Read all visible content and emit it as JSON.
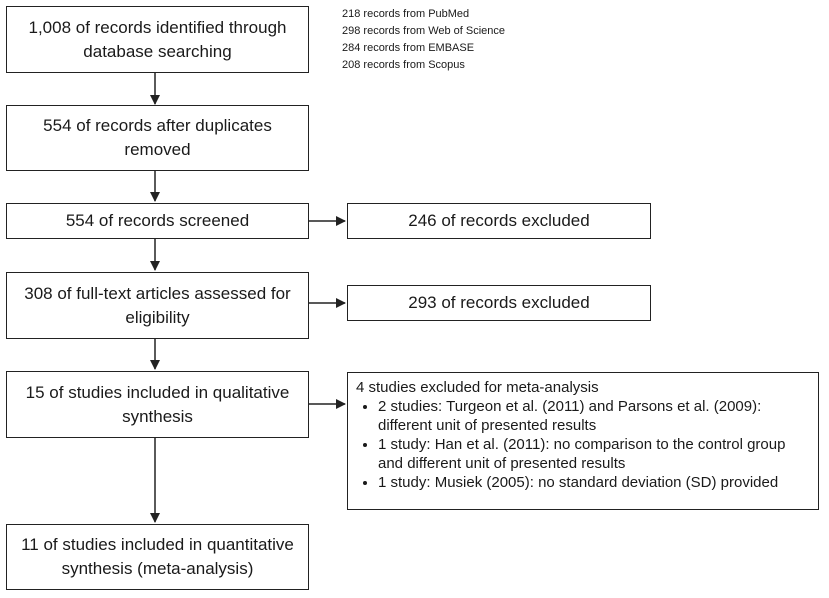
{
  "boxes": {
    "identified": [
      "1,008 of records identified through",
      "database searching"
    ],
    "after_duplicates": [
      "554 of records after duplicates",
      "removed"
    ],
    "screened": [
      "554 of records screened"
    ],
    "fulltext": [
      "308 of full-text articles assessed for",
      "eligibility"
    ],
    "qualitative": [
      "15 of studies included in qualitative",
      "synthesis"
    ],
    "quantitative": [
      "11 of studies included in quantitative",
      "synthesis (meta-analysis)"
    ]
  },
  "sources": [
    "218 records from PubMed",
    "298 records from Web of Science",
    "284 records from EMBASE",
    "208 records from Scopus"
  ],
  "excluded": {
    "screened": "246 of records excluded",
    "fulltext": "293 of records excluded"
  },
  "meta_exclusion": {
    "title": "4 studies excluded for meta-analysis",
    "items": [
      "2 studies: Turgeon et al. (2011) and Parsons et al. (2009): different unit of presented results",
      "1 study: Han et al. (2011): no comparison to the control group  and different unit of presented  results",
      "1 study: Musiek (2005): no standard deviation (SD) provided"
    ]
  }
}
